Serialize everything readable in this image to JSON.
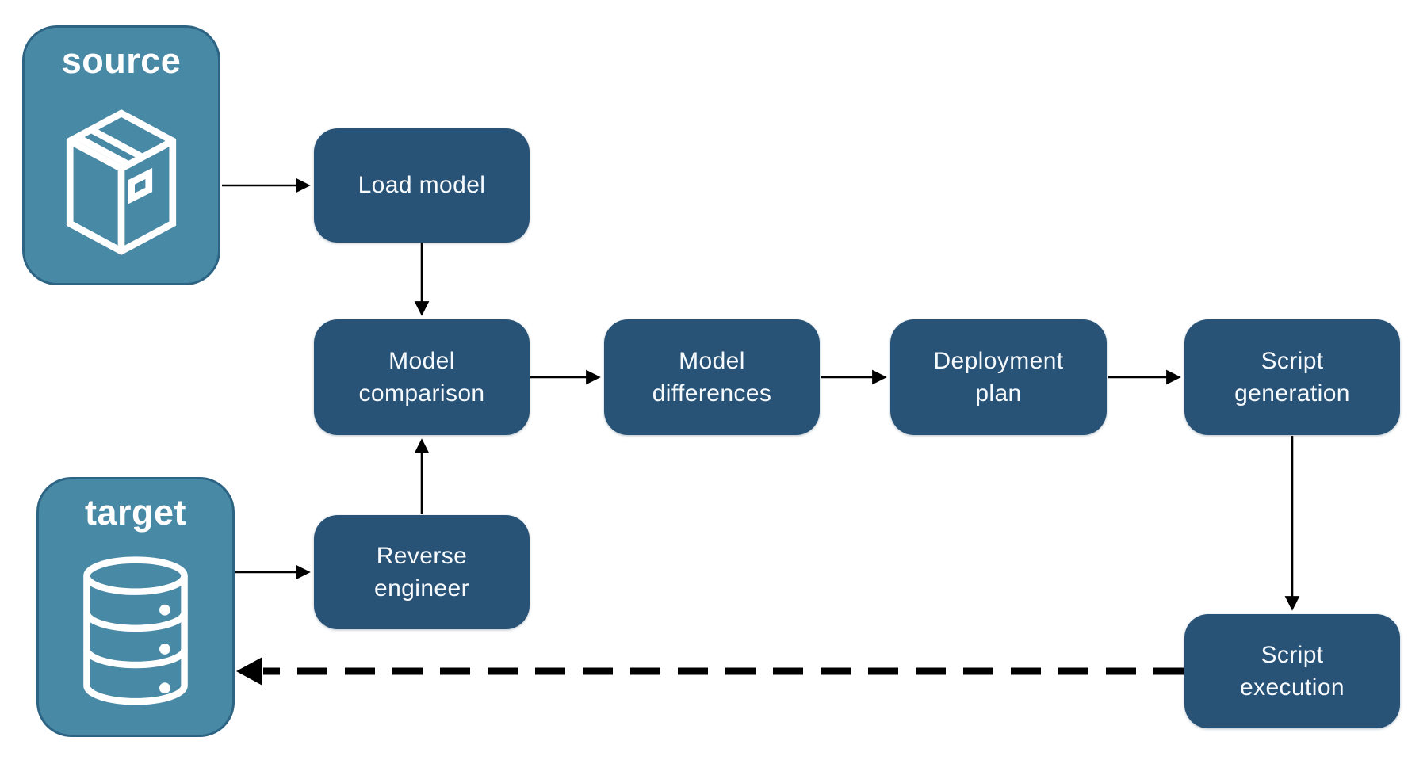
{
  "diagram": {
    "background": "#FFFFFF",
    "arrow_color": "#000000",
    "node_style": {
      "fill": "#285377",
      "text_color": "#FFFFFF",
      "shape": "rounded-rectangle"
    },
    "endpoint_style": {
      "fill": "#4889A6",
      "border": "#2D6484",
      "text_color": "#FFFFFF"
    },
    "endpoints": {
      "source": {
        "label": "source",
        "icon": "package-icon"
      },
      "target": {
        "label": "target",
        "icon": "database-icon"
      }
    },
    "nodes": [
      {
        "id": "load-model",
        "label": "Load model"
      },
      {
        "id": "model-comparison",
        "label": "Model\ncomparison"
      },
      {
        "id": "model-differences",
        "label": "Model\ndifferences"
      },
      {
        "id": "deployment-plan",
        "label": "Deployment\nplan"
      },
      {
        "id": "script-generation",
        "label": "Script\ngeneration"
      },
      {
        "id": "reverse-engineer",
        "label": "Reverse\nengineer"
      },
      {
        "id": "script-execution",
        "label": "Script\nexecution"
      }
    ],
    "edges": [
      {
        "from": "source",
        "to": "load-model",
        "style": "solid"
      },
      {
        "from": "load-model",
        "to": "model-comparison",
        "style": "solid"
      },
      {
        "from": "model-comparison",
        "to": "model-differences",
        "style": "solid"
      },
      {
        "from": "model-differences",
        "to": "deployment-plan",
        "style": "solid"
      },
      {
        "from": "deployment-plan",
        "to": "script-generation",
        "style": "solid"
      },
      {
        "from": "script-generation",
        "to": "script-execution",
        "style": "solid"
      },
      {
        "from": "target",
        "to": "reverse-engineer",
        "style": "solid"
      },
      {
        "from": "reverse-engineer",
        "to": "model-comparison",
        "style": "solid"
      },
      {
        "from": "script-execution",
        "to": "target",
        "style": "dashed"
      }
    ]
  }
}
